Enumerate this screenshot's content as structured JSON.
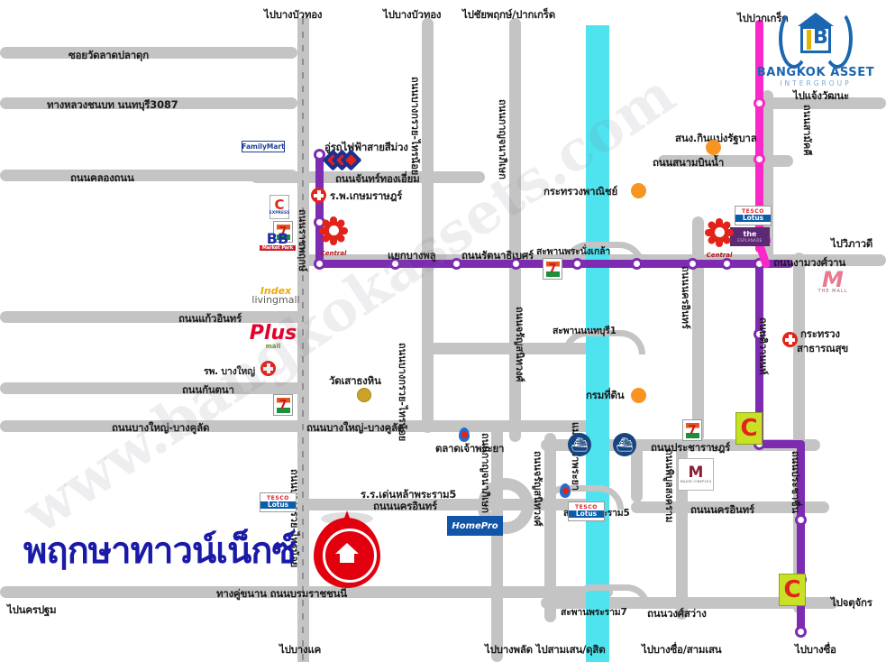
{
  "brand": {
    "name": "BANGKOK ASSET",
    "subtitle": "INTERGROUP",
    "letter": "B"
  },
  "project_title": "พฤกษาทาวน์เน็กซ์",
  "watermark": "www.bangkokassets.com",
  "colors": {
    "mrt_purple_line": "#7d2bb0",
    "mrt_pink_line": "#fb28c8",
    "river": "#4fe3ef",
    "road": "#c4c4c4",
    "title_blue": "#1a1aa8",
    "home_marker_red": "#e2000f",
    "poi_orange": "#f79422"
  },
  "direction_labels": [
    {
      "id": "to-bangbuathong-1",
      "text": "ไปบางบัวทอง"
    },
    {
      "id": "to-bangbuathong-2",
      "text": "ไปบางบัวทอง"
    },
    {
      "id": "to-chaiyapruek",
      "text": "ไปชัยพฤกษ์/ปากเกร็ด"
    },
    {
      "id": "to-pakkret",
      "text": "ไปปากเกร็ด"
    },
    {
      "id": "to-chaengwattana",
      "text": "ไปแจ้งวัฒนะ"
    },
    {
      "id": "to-vibhavadi",
      "text": "ไปวิภาวดี"
    },
    {
      "id": "to-nakhonpathom",
      "text": "ไปนครปฐม"
    },
    {
      "id": "to-bangkhae",
      "text": "ไปบางแค"
    },
    {
      "id": "to-bangplad",
      "text": "ไปบางพลัด ไปสามเสน/ดุสิต"
    },
    {
      "id": "to-bangsue-samsen",
      "text": "ไปบางซื่อ/สามเสน"
    },
    {
      "id": "to-bangsue",
      "text": "ไปบางซื่อ"
    },
    {
      "id": "to-chatuchak",
      "text": "ไปจตุจักร"
    }
  ],
  "roads_horizontal": [
    {
      "id": "soi-wat-lat-pla-duk",
      "text": "ซอยวัดลาดปลาดุก"
    },
    {
      "id": "highway-nonthaburi-3087",
      "text": "ทางหลวงชนบท นนทบุรี3087"
    },
    {
      "id": "khlong-thanon",
      "text": "ถนนคลองถนน"
    },
    {
      "id": "chan-thong-iam",
      "text": "ถนนจันทร์ทองเอี่ยม"
    },
    {
      "id": "ratchaphruek-junction",
      "text": "แยกบางพลู"
    },
    {
      "id": "rattanathibet",
      "text": "ถนนรัตนาธิเบศร์"
    },
    {
      "id": "kaew-in",
      "text": "ถนนแก้วอินทร์"
    },
    {
      "id": "kantana",
      "text": "ถนนกันตนา"
    },
    {
      "id": "bangyai-bangkhulat-left",
      "text": "ถนนบางใหญ่-บางคูลัด"
    },
    {
      "id": "bangyai-bangkhulat-right",
      "text": "ถนนบางใหญ่-บางคูลัด"
    },
    {
      "id": "sanambinnam",
      "text": "ถนนสนามบินน้ำ"
    },
    {
      "id": "ngamwongwan",
      "text": "ถนนงามวงศ์วาน"
    },
    {
      "id": "prachrachbamphen",
      "text": "ถนนประชาราษฎร์"
    },
    {
      "id": "nakhon-in-right",
      "text": "ถนนนครอินทร์"
    },
    {
      "id": "nakhon-in-left",
      "text": "ถนนนครอินทร์"
    },
    {
      "id": "borommaratchachonnani",
      "text": "ทางคู่ขนาน ถนนบรมราชชนนี"
    },
    {
      "id": "wongsawang",
      "text": "ถนนวงศ์สว่าง"
    }
  ],
  "roads_vertical": [
    {
      "id": "ratchaphruek",
      "text": "ถนนราชพฤกษ์"
    },
    {
      "id": "bangkruai-sainoi",
      "text": "ถนนบางกรวย-ไทรน้อย"
    },
    {
      "id": "kanchanaphisek-1",
      "text": "ถนนกาญจนาภิเษก"
    },
    {
      "id": "kanchanaphisek-2",
      "text": "ถนนกาญจนาภิเษก"
    },
    {
      "id": "bangkruai-sainoi-2",
      "text": "ถนนบางกรวย-ไทรน้อย"
    },
    {
      "id": "nakhon-in-vertical",
      "text": "ถนนนครอินทร์"
    },
    {
      "id": "tiwanon",
      "text": "ถนนติวานนท์"
    },
    {
      "id": "samakkhi",
      "text": "ถนนสามัคคี"
    },
    {
      "id": "chaophraya-river",
      "text": "แม่น้ำเจ้าพระยา"
    },
    {
      "id": "charansanitwong",
      "text": "ถนนจรัญสนิทวงศ์"
    },
    {
      "id": "phibun-songkhram",
      "text": "ถนนพิบูลสงคราม"
    },
    {
      "id": "bangkruai-sainoi-3",
      "text": "ถนนบางกรวย-ไทรน้อย"
    },
    {
      "id": "charansanitwong-2",
      "text": "ถนนจรัญสนิทวงศ์"
    },
    {
      "id": "prachachuen",
      "text": "ถนนประชาชื่น"
    }
  ],
  "bridges": [
    {
      "id": "phra-nang-klao",
      "text": "สะพานพระนั่งเกล้า"
    },
    {
      "id": "nonthaburi-1",
      "text": "สะพานนนทบุรี1"
    },
    {
      "id": "rama-5",
      "text": "สะพานพระราม5"
    },
    {
      "id": "rama-7",
      "text": "สะพานพระราม7"
    }
  ],
  "places": [
    {
      "id": "mrt-purple-depot",
      "text": "อู่รถไฟฟ้าสายสีม่วง"
    },
    {
      "id": "kasemrad-hospital",
      "text": "ร.พ.เกษมราษฎร์"
    },
    {
      "id": "ministry-commerce",
      "text": "กระทรวงพาณิชย์"
    },
    {
      "id": "revenue-office",
      "text": "สนง.กินแบ่งรัฐบาล"
    },
    {
      "id": "ministry-health",
      "text": "กระทรวง\nสาธารณสุข"
    },
    {
      "id": "ministry-health-l1",
      "text": "กระทรวง"
    },
    {
      "id": "ministry-health-l2",
      "text": "สาธารณสุข"
    },
    {
      "id": "land-department",
      "text": "กรมที่ดิน"
    },
    {
      "id": "wat-sao-thong-hin",
      "text": "วัดเสาธงหิน"
    },
    {
      "id": "talat-chaophraya",
      "text": "ตลาดเจ้าพระยา"
    },
    {
      "id": "denla-school",
      "text": "ร.ร.เด่นหล้าพระราม5"
    },
    {
      "id": "bangyai-hospital",
      "text": "รพ. บางใหญ่"
    }
  ],
  "brand_logos": [
    {
      "id": "familymart",
      "text": "FamilyMart"
    },
    {
      "id": "tesco-lotus",
      "top": "TESCO",
      "bottom": "Lotus"
    },
    {
      "id": "bb-park",
      "top": "BB",
      "bottom": "Market Park"
    },
    {
      "id": "index-living",
      "top": "Index",
      "bottom": "livingmall"
    },
    {
      "id": "plus-mall",
      "top": "Plus",
      "bottom": "mall"
    },
    {
      "id": "homepro",
      "text": "HomePro"
    },
    {
      "id": "the-mall",
      "top": "M",
      "bottom": "THE MALL"
    },
    {
      "id": "major",
      "top": "M",
      "bottom": "MAJOR CINEPLEX"
    },
    {
      "id": "esplanade",
      "top": "the",
      "bottom": "ESPLANADE"
    },
    {
      "id": "central",
      "text": "Central"
    },
    {
      "id": "seven-eleven",
      "text": "7"
    },
    {
      "id": "cj-express",
      "text": "C"
    }
  ]
}
